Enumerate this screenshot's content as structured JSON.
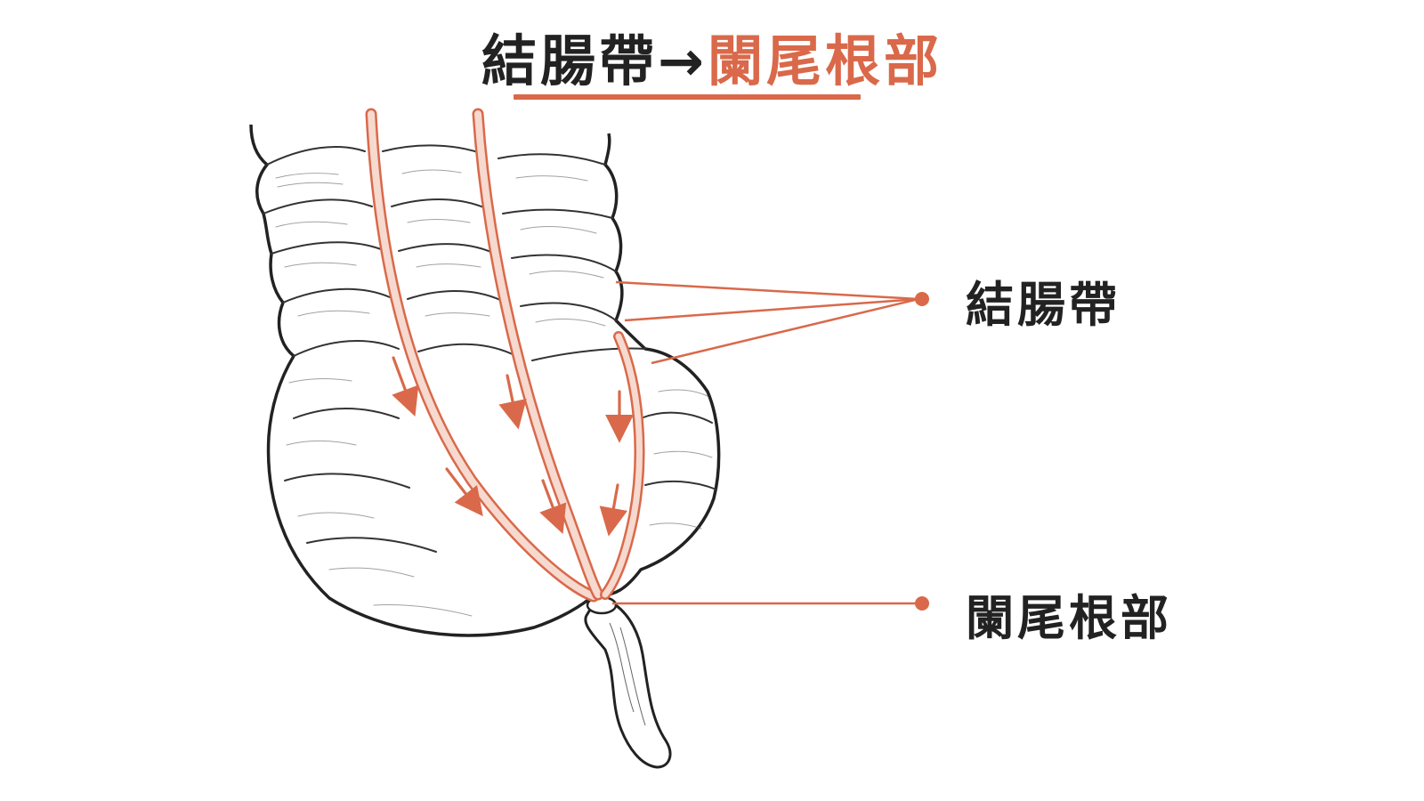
{
  "title": {
    "left": "結腸帶",
    "arrow": "→",
    "right": "闌尾根部"
  },
  "labels": {
    "taenia": "結腸帶",
    "appendix_base": "闌尾根部"
  },
  "colors": {
    "accent": "#d9694a",
    "band_fill": "#f6d9cf",
    "ink": "#222222",
    "text": "#222222"
  }
}
